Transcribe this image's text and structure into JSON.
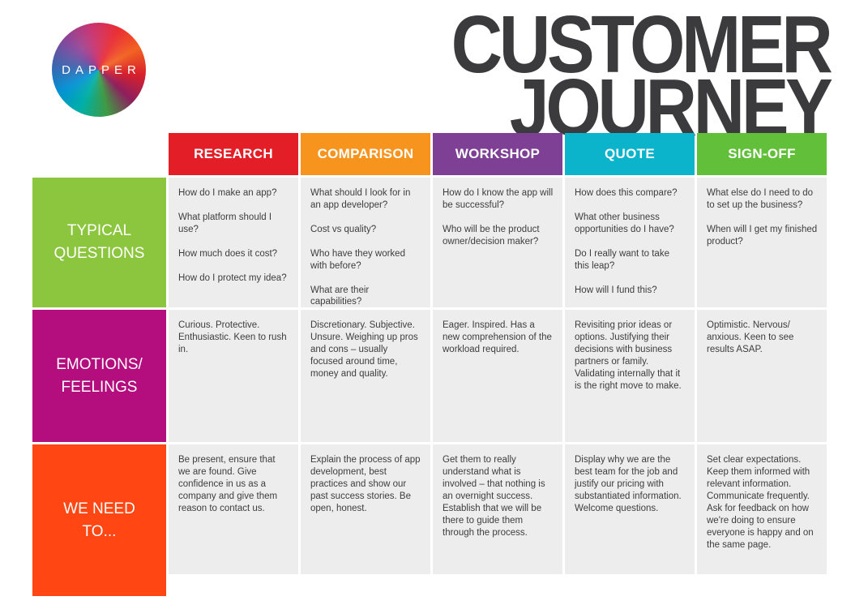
{
  "brand": {
    "logo_text": "DAPPER"
  },
  "title": {
    "line1": "CUSTOMER",
    "line2": "JOURNEY"
  },
  "columns": [
    {
      "label": "RESEARCH",
      "color": "#e41e26"
    },
    {
      "label": "COMPARISON",
      "color": "#f7941e"
    },
    {
      "label": "WORKSHOP",
      "color": "#7e4094"
    },
    {
      "label": "QUOTE",
      "color": "#0cb4cb"
    },
    {
      "label": "SIGN-OFF",
      "color": "#62bf3a"
    }
  ],
  "rows": [
    {
      "label": "TYPICAL\nQUESTIONS",
      "color": "#8cc63f"
    },
    {
      "label": "EMOTIONS/\nFEELINGS",
      "color": "#b30d7e"
    },
    {
      "label": "WE NEED\nTO...",
      "color": "#ff4613"
    }
  ],
  "cells": [
    [
      "How do I make an app?\n\nWhat platform should I use?\n\nHow much does it cost?\n\nHow do I protect my idea?",
      "What should I look for in an app developer?\n\nCost vs quality?\n\nWho have they worked with before?\n\nWhat are their capabilities?",
      "How do I know the app will be successful?\n\nWho will be the product owner/decision maker?",
      "How does this compare?\n\nWhat other business opportunities do I have?\n\nDo I really want to take this leap?\n\nHow will I fund this?",
      "What else do I need to do to set up the business?\n\nWhen will I get my finished product?"
    ],
    [
      "Curious. Protective. Enthusiastic. Keen to rush in.",
      "Discretionary. Subjective. Unsure. Weighing up pros and cons – usually focused around time, money and quality.",
      "Eager. Inspired. Has a new comprehension of the workload required.",
      "Revisiting prior ideas or options. Justifying their decisions with business partners or family. Validating internally that it is the right move to make.",
      "Optimistic. Nervous/ anxious. Keen to see results ASAP."
    ],
    [
      "Be present, ensure that we are found. Give confidence in us as a company and give them reason to contact us.",
      "Explain the process of app development, best practices and show our past success stories. Be open, honest.",
      "Get them to really understand what is involved – that nothing is an overnight success. Establish that we will be there to guide them through the process.",
      "Display why we are the best team for the job and justify our pricing with substantiated information. Welcome questions.",
      "Set clear expectations. Keep them informed with relevant information. Communicate frequently. Ask for feedback on how we're doing to ensure everyone is happy and on the same page."
    ]
  ]
}
